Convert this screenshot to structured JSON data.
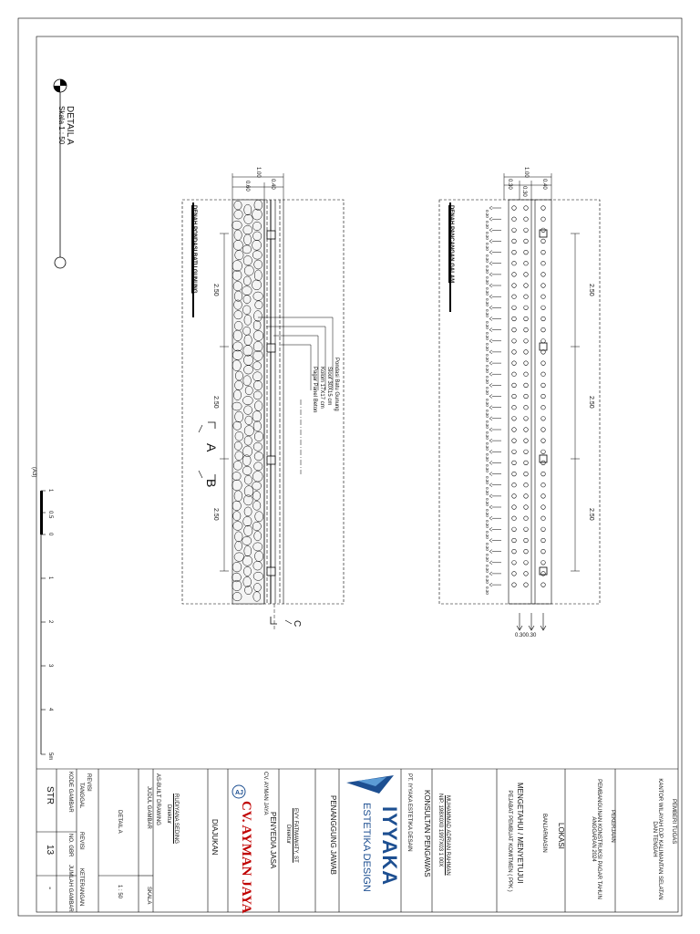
{
  "detail_marker": {
    "title": "DETAIL A",
    "scale": "Skala   1 : 50"
  },
  "plan_left": {
    "title": "DENAH PONDASI BATU GUNUNG",
    "dim_total": "1.00",
    "dim_a": "0.60",
    "dim_b": "0.40",
    "spans": [
      "2.50",
      "2.50",
      "2.50"
    ],
    "callouts": [
      "Pondasi Batu Gunung",
      "Sloof 30X15 cm",
      "Kolom 17X17 cm",
      "Pagar Panel Beton"
    ],
    "cut_a": "A",
    "cut_b": "B",
    "cut_c": "C"
  },
  "plan_right": {
    "title": "DENAH PANCANGAN GALAM",
    "dim_total": "1.00",
    "dim_a": "0.30",
    "dim_b": "0.30",
    "dim_c": "0.40",
    "spacing": "0.30",
    "spans": [
      "2.50",
      "2.50",
      "2.50"
    ],
    "bottom_dim": "0.300.30"
  },
  "scale_bar": {
    "label": "(A3)",
    "ticks": [
      "1",
      "0.5",
      "0",
      "1",
      "2",
      "3",
      "4",
      "5m"
    ]
  },
  "title_block": {
    "pemberi_tugas_label": "PEMBERI TUGAS",
    "pemberi_tugas_value": "KANTOR WILAYAH DJP KALIMANTAN SELATAN DAN TENGAH",
    "pekerjaan_label": "PEKERJAAN",
    "pekerjaan_value": "PEMBANGUNAN KONSTRUKSI PAGAR TAHUN ANGGARAN 2024",
    "lokasi_label": "LOKASI",
    "lokasi_value": "BANJARMASIN",
    "mengetahui_label": "MENGETAHUI / MENYETUJUI",
    "mengetahui_sub": "PEJABAT PEMBUAT KOMITMEN ( PPK )",
    "ppk_name": "MUHAMMAD ADRIAN RAHMAN",
    "ppk_nip": "NIP. 198X0X0 1997X03 1 00X",
    "konsultan_label": "KONSULTAN PENGAWAS",
    "konsultan_company": "PT. IYYAKA ESTETIKA DESAIN",
    "logo_word": "IYYAKA",
    "logo_sub": "ESTETIKA DESIGN",
    "penanggung_label": "PENANGGUNG JAWAB",
    "penanggung_name": "EVY FATMAWATY, ST",
    "penanggung_role": "Direktur",
    "penyedia_label": "PENYEDIA JASA",
    "penyedia_company": "CV. AYMAN JAYA",
    "penyedia_logo_word": "CV. AYMAN JAYA",
    "diajukan_label": "DIAJUKAN",
    "diajukan_name": "RUDIYANA SEDING",
    "diajukan_role": "Direktur",
    "drawing_type": "AS-BUILT DRAWING",
    "judul_label": "JUDUL GAMBAR",
    "skala_label": "SKALA",
    "judul_value": "DETAIL A",
    "skala_value": "1 : 50",
    "revisi_label": "REVISI",
    "tanggal_label": "TANGGAL",
    "revisi_col": "REVISI",
    "keterangan_label": "KETERANGAN",
    "kode_label": "KODE GAMBAR",
    "no_gbr_label": "NO. GBR",
    "jumlah_label": "JUMLAH GAMBAR",
    "kode_value": "STR",
    "no_gbr_value": "13",
    "jumlah_value": "-"
  }
}
